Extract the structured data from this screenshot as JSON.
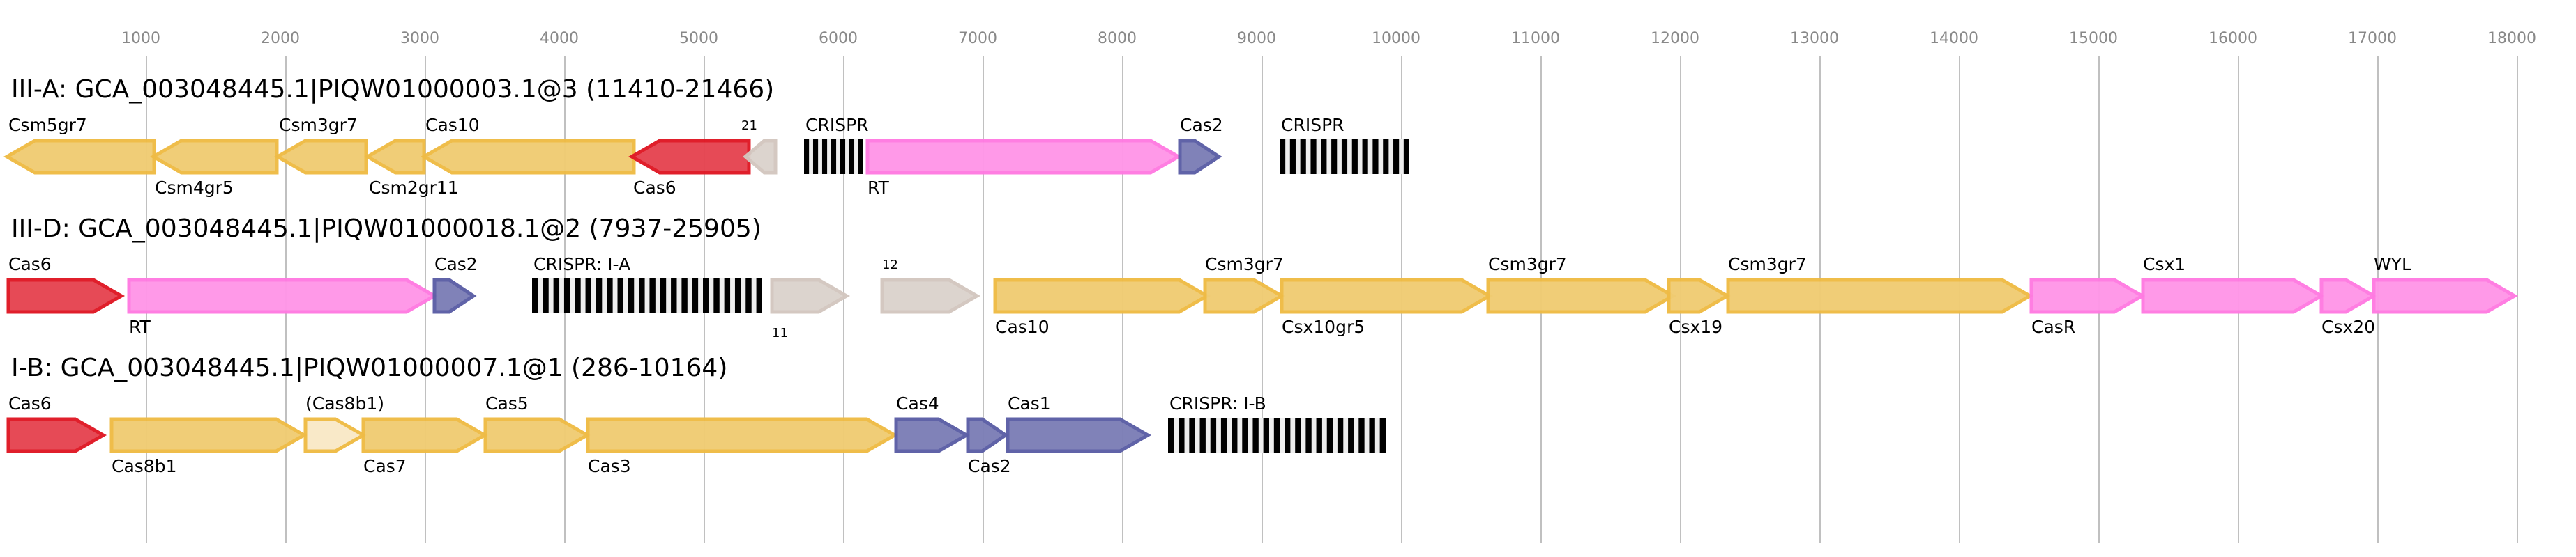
{
  "axis": {
    "ticks": [
      1000,
      2000,
      3000,
      4000,
      5000,
      6000,
      7000,
      8000,
      9000,
      10000,
      11000,
      12000,
      13000,
      14000,
      15000,
      16000,
      17000,
      18000
    ],
    "range_bp": [
      0,
      18000
    ]
  },
  "colors": {
    "yellow": {
      "fill": "#f0cc73",
      "stroke": "#efbb45"
    },
    "yellow_light": {
      "fill": "#f9e9c7",
      "stroke": "#efbb45"
    },
    "red": {
      "fill": "#e64551",
      "stroke": "#e01825"
    },
    "pink": {
      "fill": "#ff96e8",
      "stroke": "#ff7ae2"
    },
    "blue": {
      "fill": "#7c7eb6",
      "stroke": "#5b5ea6"
    },
    "grey": {
      "fill": "#dbd3cd",
      "stroke": "#d3c7bf"
    },
    "crispr_bar": "#000000",
    "crispr_gap": "#eeeeee"
  },
  "tracks": [
    {
      "title": "III-A: GCA_003048445.1|PIQW01000003.1@3 (11410-21466)",
      "elements": [
        {
          "type": "gene",
          "label": "Csm5gr7",
          "start": 0,
          "end": 1065,
          "strand": "-",
          "color": "yellow",
          "label_pos": "above"
        },
        {
          "type": "gene",
          "label": "Csm4gr5",
          "start": 1050,
          "end": 1945,
          "strand": "-",
          "color": "yellow",
          "label_pos": "below"
        },
        {
          "type": "gene",
          "label": "Csm3gr7",
          "start": 1940,
          "end": 2585,
          "strand": "-",
          "color": "yellow",
          "label_pos": "above"
        },
        {
          "type": "gene",
          "label": "Csm2gr11",
          "start": 2585,
          "end": 3000,
          "strand": "-",
          "color": "yellow",
          "label_pos": "below"
        },
        {
          "type": "gene",
          "label": "Cas10",
          "start": 2990,
          "end": 4505,
          "strand": "-",
          "color": "yellow",
          "label_pos": "above"
        },
        {
          "type": "gene",
          "label": "Cas6",
          "start": 4480,
          "end": 5330,
          "strand": "-",
          "color": "red",
          "label_pos": "below"
        },
        {
          "type": "gene",
          "label": "21",
          "start": 5295,
          "end": 5520,
          "strand": "-",
          "color": "grey",
          "label_pos": "above",
          "small": true
        },
        {
          "type": "crispr",
          "label": "CRISPR",
          "start": 5715,
          "end": 6140,
          "repeats": 7,
          "label_pos": "above"
        },
        {
          "type": "gene",
          "label": "RT",
          "start": 6160,
          "end": 8400,
          "strand": "+",
          "color": "pink",
          "label_pos": "below"
        },
        {
          "type": "gene",
          "label": "Cas2",
          "start": 8400,
          "end": 8690,
          "strand": "+",
          "color": "blue",
          "label_pos": "above"
        },
        {
          "type": "crispr",
          "label": "CRISPR",
          "start": 9125,
          "end": 10055,
          "repeats": 13,
          "label_pos": "above"
        }
      ]
    },
    {
      "title": "III-D: GCA_003048445.1|PIQW01000018.1@2 (7937-25905)",
      "elements": [
        {
          "type": "gene",
          "label": "Cas6",
          "start": 0,
          "end": 820,
          "strand": "+",
          "color": "red",
          "label_pos": "above"
        },
        {
          "type": "gene",
          "label": "RT",
          "start": 865,
          "end": 3065,
          "strand": "+",
          "color": "pink",
          "label_pos": "below"
        },
        {
          "type": "gene",
          "label": "Cas2",
          "start": 3055,
          "end": 3345,
          "strand": "+",
          "color": "blue",
          "label_pos": "above"
        },
        {
          "type": "crispr",
          "label": "CRISPR: I-A",
          "start": 3765,
          "end": 5415,
          "repeats": 22,
          "label_pos": "above"
        },
        {
          "type": "gene",
          "label": "11",
          "start": 5475,
          "end": 6020,
          "strand": "+",
          "color": "grey",
          "label_pos": "below",
          "small": true
        },
        {
          "type": "gene",
          "label": "12",
          "start": 6265,
          "end": 6955,
          "strand": "+",
          "color": "grey",
          "label_pos": "above",
          "small": true
        },
        {
          "type": "gene",
          "label": "Cas10",
          "start": 7075,
          "end": 8605,
          "strand": "+",
          "color": "yellow",
          "label_pos": "below"
        },
        {
          "type": "gene",
          "label": "Csm3gr7",
          "start": 8580,
          "end": 9140,
          "strand": "+",
          "color": "yellow",
          "label_pos": "above"
        },
        {
          "type": "gene",
          "label": "Csx10gr5",
          "start": 9130,
          "end": 10630,
          "strand": "+",
          "color": "yellow",
          "label_pos": "below"
        },
        {
          "type": "gene",
          "label": "Csm3gr7",
          "start": 10610,
          "end": 11945,
          "strand": "+",
          "color": "yellow",
          "label_pos": "above"
        },
        {
          "type": "gene",
          "label": "Csx19",
          "start": 11905,
          "end": 12335,
          "strand": "+",
          "color": "yellow",
          "label_pos": "below"
        },
        {
          "type": "gene",
          "label": "Csm3gr7",
          "start": 12330,
          "end": 14505,
          "strand": "+",
          "color": "yellow",
          "label_pos": "above"
        },
        {
          "type": "gene",
          "label": "CasR",
          "start": 14505,
          "end": 15310,
          "strand": "+",
          "color": "pink",
          "label_pos": "below"
        },
        {
          "type": "gene",
          "label": "Csx1",
          "start": 15305,
          "end": 16595,
          "strand": "+",
          "color": "pink",
          "label_pos": "above"
        },
        {
          "type": "gene",
          "label": "Csx20",
          "start": 16585,
          "end": 16970,
          "strand": "+",
          "color": "pink",
          "label_pos": "below"
        },
        {
          "type": "gene",
          "label": "WYL",
          "start": 16960,
          "end": 17980,
          "strand": "+",
          "color": "pink",
          "label_pos": "above"
        }
      ]
    },
    {
      "title": "I-B: GCA_003048445.1|PIQW01000007.1@1 (286-10164)",
      "elements": [
        {
          "type": "gene",
          "label": "Cas6",
          "start": 0,
          "end": 690,
          "strand": "+",
          "color": "red",
          "label_pos": "above"
        },
        {
          "type": "gene",
          "label": "Cas8b1",
          "start": 740,
          "end": 2130,
          "strand": "+",
          "color": "yellow",
          "label_pos": "below"
        },
        {
          "type": "gene",
          "label": "(Cas8b1)",
          "start": 2130,
          "end": 2555,
          "strand": "+",
          "color": "yellow_light",
          "label_pos": "above"
        },
        {
          "type": "gene",
          "label": "Cas7",
          "start": 2545,
          "end": 3425,
          "strand": "+",
          "color": "yellow",
          "label_pos": "below"
        },
        {
          "type": "gene",
          "label": "Cas5",
          "start": 3420,
          "end": 4160,
          "strand": "+",
          "color": "yellow",
          "label_pos": "above"
        },
        {
          "type": "gene",
          "label": "Cas3",
          "start": 4155,
          "end": 6365,
          "strand": "+",
          "color": "yellow",
          "label_pos": "below"
        },
        {
          "type": "gene",
          "label": "Cas4",
          "start": 6365,
          "end": 6880,
          "strand": "+",
          "color": "blue",
          "label_pos": "above"
        },
        {
          "type": "gene",
          "label": "Cas2",
          "start": 6880,
          "end": 7160,
          "strand": "+",
          "color": "blue",
          "label_pos": "below"
        },
        {
          "type": "gene",
          "label": "Cas1",
          "start": 7165,
          "end": 8180,
          "strand": "+",
          "color": "blue",
          "label_pos": "above"
        },
        {
          "type": "crispr",
          "label": "CRISPR: I-B",
          "start": 8325,
          "end": 9885,
          "repeats": 21,
          "label_pos": "above"
        }
      ]
    }
  ]
}
